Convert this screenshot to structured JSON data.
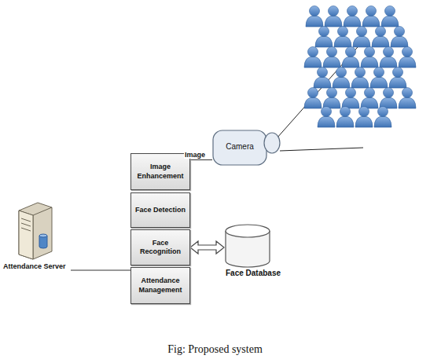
{
  "diagram": {
    "caption": "Fig: Proposed system",
    "nodes": [
      {
        "text": [
          "Camera"
        ]
      },
      {
        "text": [
          "Image Enhancement"
        ]
      },
      {
        "text": [
          "Face Detection"
        ]
      },
      {
        "text": [
          "Face Recognition"
        ]
      },
      {
        "text": [
          "Face Database"
        ]
      },
      {
        "text": [
          "Attendance Server"
        ]
      },
      {
        "text": [
          "Attendance Management"
        ]
      }
    ],
    "edges": [
      {
        "from": 0,
        "to": 1,
        "label": "Image",
        "arrow": "none"
      },
      {
        "from": 3,
        "to": 4,
        "arrow": "both"
      },
      {
        "from": 5,
        "to": 6,
        "arrow": "none"
      }
    ]
  }
}
